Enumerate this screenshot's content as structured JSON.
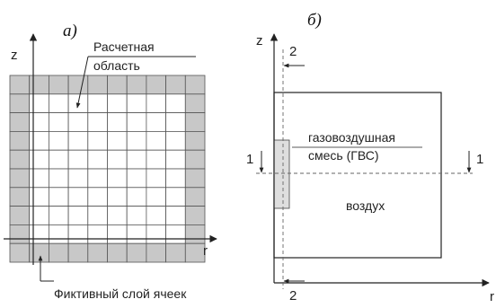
{
  "panel_a": {
    "title": "а)",
    "axis_z": "z",
    "axis_r": "r",
    "label_calc_region": "Расчетная\nобласть",
    "label_fictitious": "Фиктивный слой ячеек",
    "grid_size": 10,
    "cell_fill_boundary": "#c8c8c8",
    "cell_fill_inner": "#ffffff"
  },
  "panel_b": {
    "title": "б)",
    "axis_z": "z",
    "axis_r": "r",
    "section_1": "1",
    "section_2": "2",
    "label_gas": "газовоздушная\nсмесь (ГВС)",
    "label_air": "воздух",
    "gas_fill": "#dedede"
  }
}
